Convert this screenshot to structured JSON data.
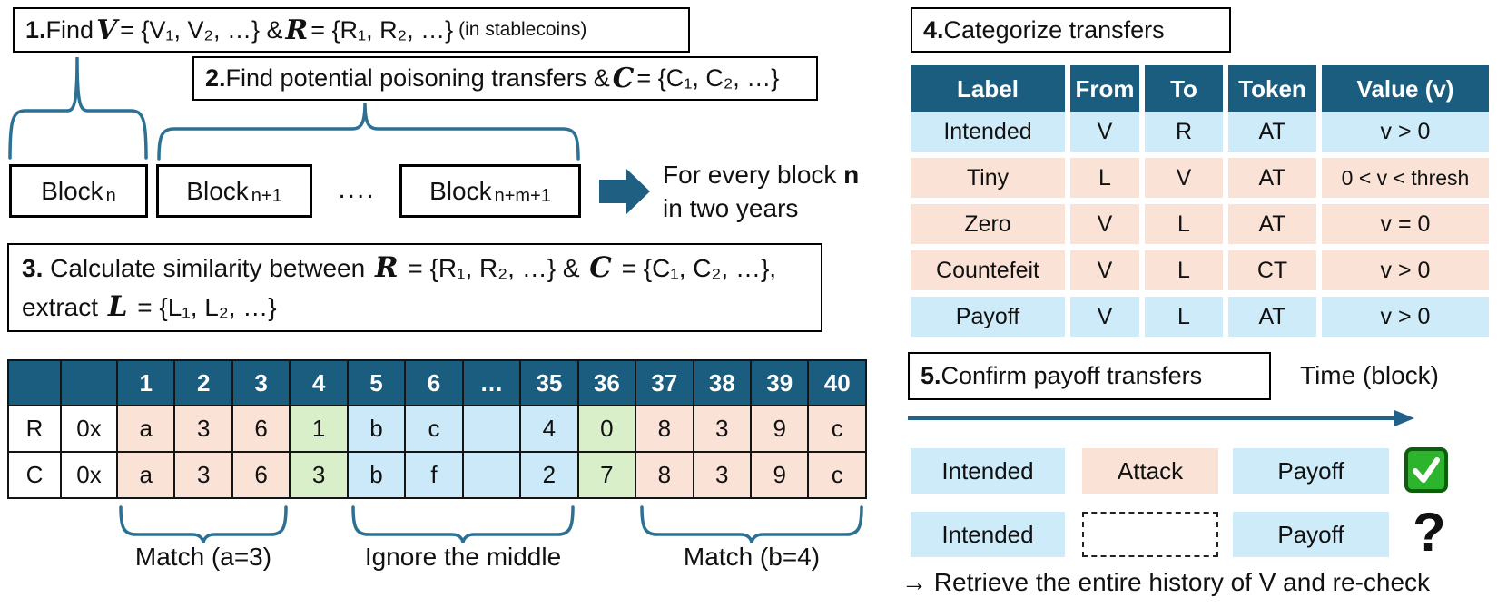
{
  "colors": {
    "header_teal": "#1A5D7F",
    "brace_teal": "#2C7094",
    "arrow_teal": "#1F5F82",
    "peach": "#FAE3D6",
    "light_blue": "#CBE9F8",
    "green_match": "#D9EFC9",
    "check_green": "#2CB42C"
  },
  "step1": {
    "num": "1.",
    "t1": " Find ",
    "sym1": "V",
    "t2": " = {V₁, V₂, …} & ",
    "sym2": "R",
    "t3": " = {R₁, R₂, …}",
    "small": "(in stablecoins)"
  },
  "step2": {
    "num": "2.",
    "t1": " Find potential poisoning transfers & ",
    "sym1": "C",
    "t2": " = {C₁, C₂, …}"
  },
  "step3": {
    "num": "3.",
    "t1": " Calculate similarity between ",
    "sym1": "R",
    "t2": " = {R₁, R₂, …} & ",
    "sym2": "C",
    "t3": " = {C₁, C₂, …},",
    "t4": "extract ",
    "sym3": "L",
    "t5": " = {L₁, L₂, …}"
  },
  "blocks": {
    "items": [
      {
        "label": "Block",
        "sub": "n"
      },
      {
        "label": "Block",
        "sub": "n+1"
      },
      {
        "label": "Block",
        "sub": "n+m+1"
      }
    ],
    "dots": "....",
    "arrow_note_1": "For every block ",
    "arrow_note_bold": "n",
    "arrow_note_2": "in two years"
  },
  "hex_table": {
    "headers": [
      "",
      "",
      "1",
      "2",
      "3",
      "4",
      "5",
      "6",
      "…",
      "35",
      "36",
      "37",
      "38",
      "39",
      "40"
    ],
    "rows": [
      {
        "name": "R",
        "prefix": "0x",
        "cells": [
          {
            "v": "a",
            "tone": "peach"
          },
          {
            "v": "3",
            "tone": "peach"
          },
          {
            "v": "6",
            "tone": "peach"
          },
          {
            "v": "1",
            "tone": "green"
          },
          {
            "v": "b",
            "tone": "blue"
          },
          {
            "v": "c",
            "tone": "blue"
          },
          {
            "v": "",
            "tone": "blue"
          },
          {
            "v": "4",
            "tone": "blue"
          },
          {
            "v": "0",
            "tone": "green"
          },
          {
            "v": "8",
            "tone": "peach"
          },
          {
            "v": "3",
            "tone": "peach"
          },
          {
            "v": "9",
            "tone": "peach"
          },
          {
            "v": "c",
            "tone": "peach"
          }
        ]
      },
      {
        "name": "C",
        "prefix": "0x",
        "cells": [
          {
            "v": "a",
            "tone": "peach"
          },
          {
            "v": "3",
            "tone": "peach"
          },
          {
            "v": "6",
            "tone": "peach"
          },
          {
            "v": "3",
            "tone": "green"
          },
          {
            "v": "b",
            "tone": "blue"
          },
          {
            "v": "f",
            "tone": "blue"
          },
          {
            "v": "",
            "tone": "blue"
          },
          {
            "v": "2",
            "tone": "blue"
          },
          {
            "v": "7",
            "tone": "green"
          },
          {
            "v": "8",
            "tone": "peach"
          },
          {
            "v": "3",
            "tone": "peach"
          },
          {
            "v": "9",
            "tone": "peach"
          },
          {
            "v": "c",
            "tone": "peach"
          }
        ]
      }
    ]
  },
  "similarity_labels": {
    "match_a": "Match (a=3)",
    "ignore": "Ignore the middle",
    "match_b": "Match (b=4)"
  },
  "category": {
    "title_num": "4.",
    "title": " Categorize transfers",
    "headers": [
      "Label",
      "From",
      "To",
      "Token",
      "Value (v)"
    ],
    "rows": [
      {
        "label": "Intended",
        "from": "V",
        "to": "R",
        "token": "AT",
        "value": "v > 0",
        "tone": "blue"
      },
      {
        "label": "Tiny",
        "from": "L",
        "to": "V",
        "token": "AT",
        "value": "0 < v < thresh",
        "tone": "peach"
      },
      {
        "label": "Zero",
        "from": "V",
        "to": "L",
        "token": "AT",
        "value": "v = 0",
        "tone": "peach"
      },
      {
        "label": "Countefeit",
        "from": "V",
        "to": "L",
        "token": "CT",
        "value": "v > 0",
        "tone": "peach"
      },
      {
        "label": "Payoff",
        "from": "V",
        "to": "L",
        "token": "AT",
        "value": "v > 0",
        "tone": "blue"
      }
    ]
  },
  "confirm": {
    "title_num": "5.",
    "title": " Confirm payoff transfers",
    "time_label": "Time (block)",
    "row1": [
      "Intended",
      "Attack",
      "Payoff"
    ],
    "row1_result": "green-check",
    "row2_left": "Intended",
    "row2_right": "Payoff",
    "row2_result": "?",
    "note": "→ Retrieve the entire history of V and re-check"
  }
}
